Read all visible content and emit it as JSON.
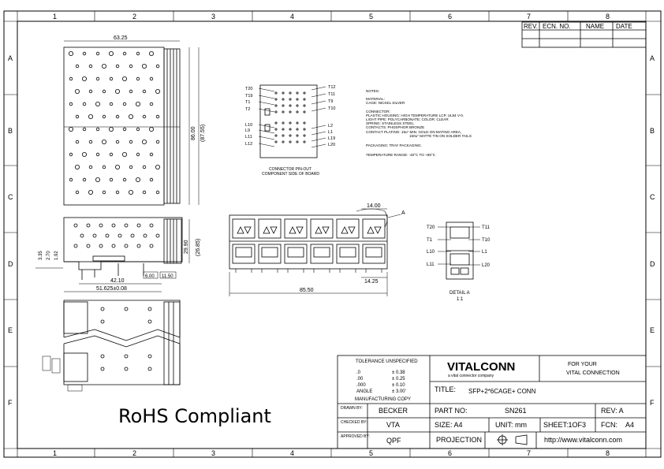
{
  "frame": {
    "columns": [
      "1",
      "2",
      "3",
      "4",
      "5",
      "6",
      "7",
      "8"
    ],
    "rows": [
      "A",
      "B",
      "C",
      "D",
      "E",
      "F"
    ]
  },
  "revision_table": {
    "headers": [
      "REV.",
      "ECN. NO.",
      "NAME",
      "DATE"
    ]
  },
  "dimensions": {
    "top_width": "63.25",
    "top_height": "86.00",
    "top_height_ref": "(87.55)",
    "side_h1": "3.35",
    "side_h2": "2.70",
    "side_h3": "1.92",
    "side_height": "29.90",
    "side_height_ref": "(26.85)",
    "side_len1": "42.10",
    "side_len2": "51.625±0.08",
    "side_small1": "6.00",
    "side_small2": "11.50",
    "front_pitch": "14.00",
    "front_pitch2": "14.25",
    "front_width": "85.50",
    "detail_callout": "A"
  },
  "pinout": {
    "left_labels": [
      "T20",
      "T19",
      "T1",
      "T2",
      "L10",
      "L9",
      "L11",
      "L12"
    ],
    "right_labels": [
      "T12",
      "T11",
      "T9",
      "T10",
      "L2",
      "L1",
      "L19",
      "L20"
    ],
    "caption_1": "CONNECTOR PIN-OUT",
    "caption_2": "COMPONENT SIDE OF BOARD"
  },
  "notes": [
    "NOTES:",
    "MATERIAL:",
    "CAGE: NICKEL SILVER",
    "CONNECTOR:",
    "PLASTIC HOUSING: HIGH TEMPERATURE LCP, UL94 V-0.",
    "LIGHT PIPE: POLYCARBONATE; COLOR: CLEAR",
    "SPRING: STAINLESS STEEL",
    "CONTACTS: PHOSPHOR BRONZE",
    "CONTACT PLATING: 15u\" MIN. GOLD ON MATING AREA,",
    "150u\" MATTE TIN ON SOLDER TAILS",
    "PACKAGING: TRAY PACKAGING.",
    "TEMPERATURE RANGE: -40°C TO +85°C"
  ],
  "detail": {
    "left_labels": [
      "T20",
      "T1",
      "L10",
      "L11"
    ],
    "right_labels": [
      "T11",
      "T10",
      "L1",
      "L20"
    ],
    "title": "DETAIL A",
    "scale": "1:1"
  },
  "rohs": "RoHS Compliant",
  "title_block": {
    "tolerance_title": "TOLERANCE UNSPECIFIED",
    "tolerances": [
      {
        "k": ".0",
        "v": "± 0.38"
      },
      {
        "k": ".00",
        "v": "± 0.25"
      },
      {
        "k": ".000",
        "v": "± 0.10"
      },
      {
        "k": "ANGLE",
        "v": "± 3.00'"
      }
    ],
    "manufacturing": "MANUFACTURING  COPY",
    "logo": "VITALCONN",
    "logo_sub": "a vital connector company",
    "slogan_1": "FOR YOUR",
    "slogan_2": "VITAL CONNECTION",
    "title_label": "TITLE:",
    "title_value": "SFP+2*6CAGE+ CONN",
    "drawn_label": "DRAWN BY:",
    "drawn_value": "BECKER",
    "checked_label": "CHECKED BY:",
    "checked_value": "VTA",
    "approved_label": "APPROVED BY:",
    "approved_value": "QPF",
    "part_label": "PART NO:",
    "part_value": "SN261",
    "rev_label": "REV: A",
    "size_label": "SIZE: A4",
    "unit_label": "UNIT: mm",
    "sheet_label": "SHEET:1OF3",
    "fcn_label": "FCN:",
    "fcn_value": "A4",
    "projection_label": "PROJECTION",
    "url": "http://www.vitalconn.com"
  }
}
